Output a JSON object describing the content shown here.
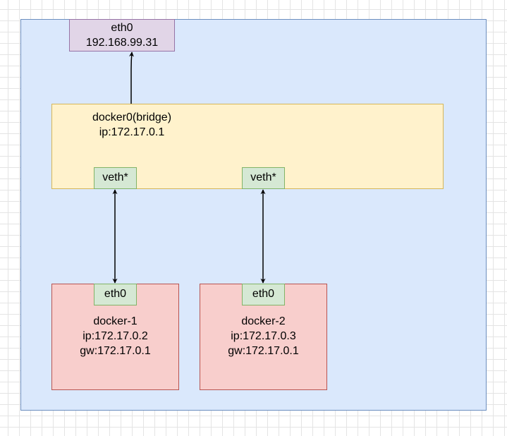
{
  "host_eth": {
    "name": "eth0",
    "ip": "192.168.99.31"
  },
  "bridge": {
    "name": "docker0(bridge)",
    "ip": "ip:172.17.0.1"
  },
  "veths": [
    {
      "label": "veth*"
    },
    {
      "label": "veth*"
    }
  ],
  "containers": [
    {
      "iface": "eth0",
      "name": "docker-1",
      "ip": "ip:172.17.0.2",
      "gw": "gw:172.17.0.1"
    },
    {
      "iface": "eth0",
      "name": "docker-2",
      "ip": "ip:172.17.0.3",
      "gw": "gw:172.17.0.1"
    }
  ],
  "colors": {
    "host_fill": "#dae8fc",
    "eth_fill": "#e1d5e7",
    "bridge_fill": "#fff2cc",
    "veth_fill": "#d5e8d4",
    "container_fill": "#f8cecc"
  }
}
